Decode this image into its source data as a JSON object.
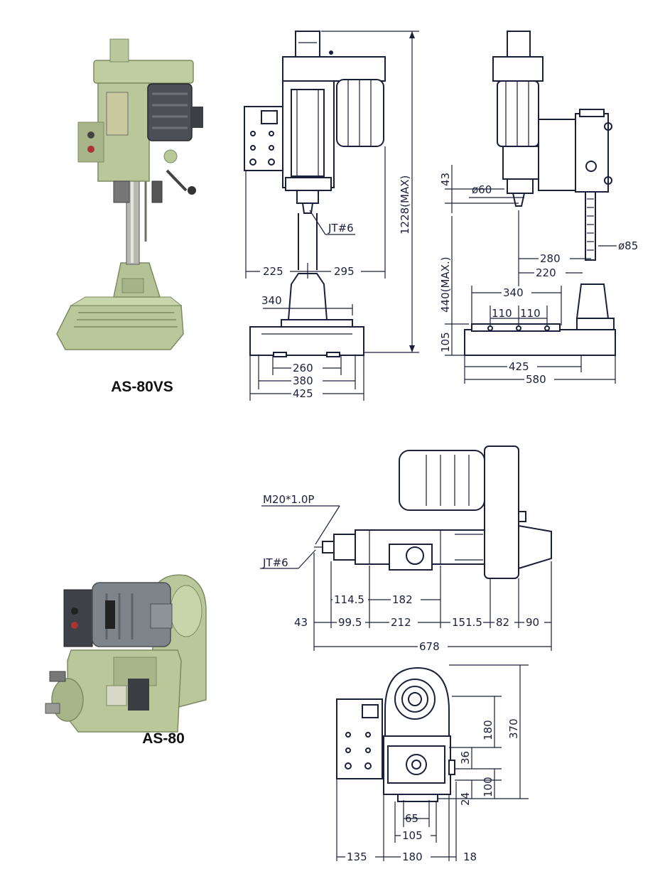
{
  "models": {
    "top": {
      "name": "AS-80VS"
    },
    "bottom": {
      "name": "AS-80"
    }
  },
  "colors": {
    "machine_green": "#b9c79a",
    "machine_shadow": "#8e9d72",
    "line": "#1a1f3c"
  },
  "front_view": {
    "height_max": "1228(MAX)",
    "spindle_taper": "JT#6",
    "left_reach": "225",
    "right_reach": "295",
    "column_base": "340",
    "base_inner": "260",
    "base_mid": "380",
    "base_total": "425"
  },
  "side_view": {
    "stroke": "43",
    "spindle_dia": "ø60",
    "column_dia": "ø85",
    "table_height": "440(MAX.)",
    "base_height": "105",
    "offset_a": "280",
    "offset_b": "220",
    "slot_span": "340",
    "slot_a": "110",
    "slot_b": "110",
    "base_depth": "425",
    "base_total": "580"
  },
  "horizontal_view": {
    "thread": "M20*1.0P",
    "spindle_taper": "JT#6",
    "d_114_5": "114.5",
    "d_182": "182",
    "d_43": "43",
    "d_99_5": "99.5",
    "d_212": "212",
    "d_151_5": "151.5",
    "d_82": "82",
    "d_90": "90",
    "total_length": "678"
  },
  "end_view": {
    "d_36": "36",
    "d_180v": "180",
    "d_370": "370",
    "d_100": "100",
    "d_24": "24",
    "d_65": "65",
    "d_105": "105",
    "d_135": "135",
    "d_180h": "180",
    "d_18": "18"
  }
}
